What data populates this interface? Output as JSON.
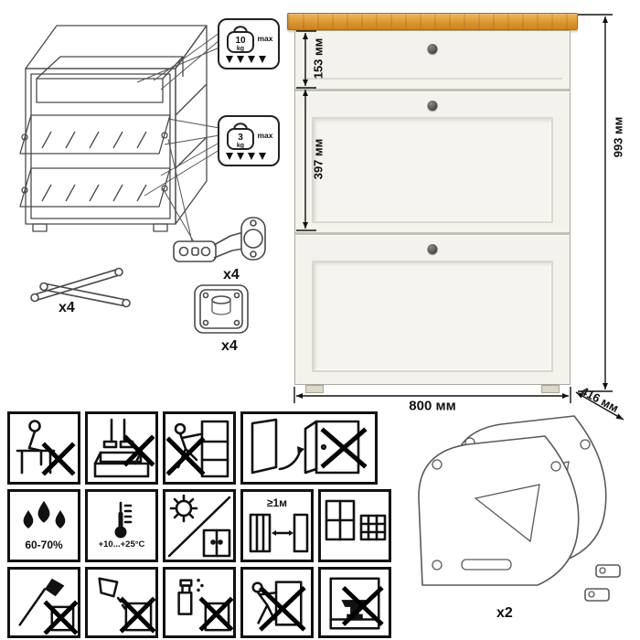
{
  "callouts": {
    "top": {
      "value": "10",
      "unit": "kg",
      "max": "max"
    },
    "bottom": {
      "value": "3",
      "unit": "kg",
      "max": "max"
    }
  },
  "hardware": {
    "stay_count": "x4",
    "hinge_count": "x4",
    "plate_count": "x4",
    "panel_count": "x2"
  },
  "dimensions": {
    "drawer_height": "153 мм",
    "door_height": "397 мм",
    "total_height": "993 мм",
    "width": "800 мм",
    "depth": "416 мм"
  },
  "pictograms": {
    "humidity": "60-70%",
    "temperature": "+10...+25°C",
    "distance": "≥1м"
  },
  "colors": {
    "wood": "#D8942F",
    "body": "#F3F2EC"
  }
}
